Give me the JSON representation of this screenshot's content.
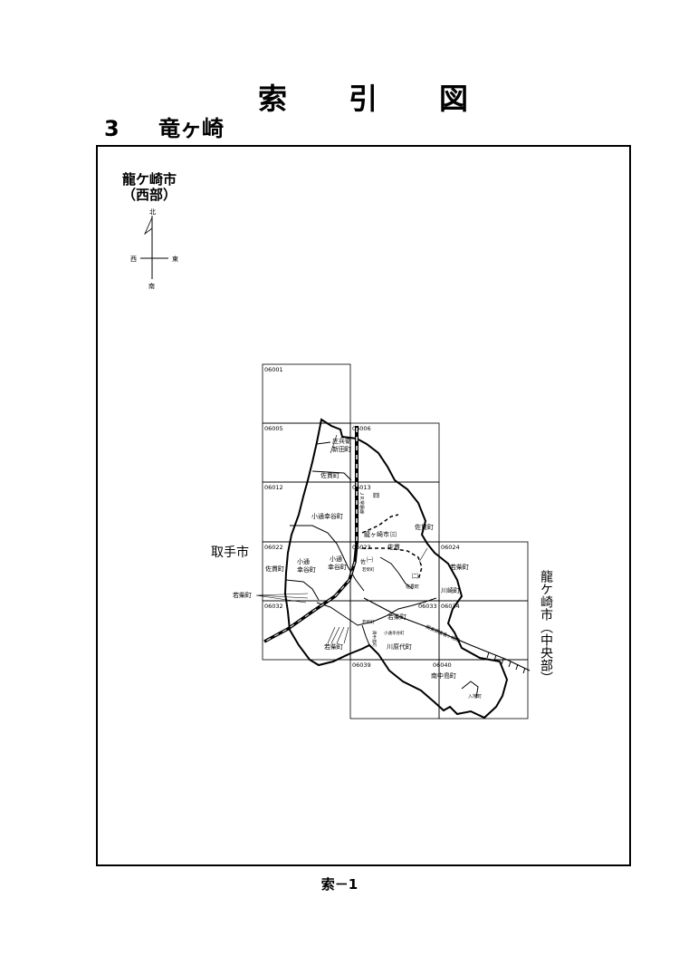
{
  "header": {
    "title_chars": [
      "索",
      "引",
      "図"
    ],
    "number": "3",
    "name": "竜ヶ崎"
  },
  "map": {
    "city_west_line1": "龍ケ崎市",
    "city_west_line2": "（西部）",
    "compass": {
      "north": "北",
      "south": "南",
      "east": "東",
      "west": "西"
    },
    "neighbor_west": "取手市",
    "city_central": "龍ケ崎市（中央部）",
    "sheet_codes": [
      "06001",
      "06005",
      "06006",
      "06012",
      "06013",
      "06022",
      "06023",
      "06024",
      "06032",
      "06033",
      "06034",
      "06039",
      "06040"
    ],
    "place_labels": {
      "shobee": "庄兵衛",
      "shinden": "新田町",
      "sanuki_north": "佐貫町",
      "kodoori_top": "小通幸谷町",
      "sanuki_east": "佐貫町",
      "sanuki_center": "佐貫",
      "sanuki_west": "佐貫町",
      "kodoori_left1": "小通",
      "kodoori_left2": "幸谷町",
      "kodoori_mid1": "小通",
      "kodoori_mid2": "幸谷町",
      "wakashiba_left": "若柴町",
      "wakashiba_right": "若柴町",
      "wakashiba_center": "若柴町",
      "wakashiba_bottom": "若柴町",
      "kawasaki": "川崎町",
      "kawaradai": "川原代町",
      "minaminakajima": "南中島町",
      "iriji": "入地町",
      "ryugasaki_station": "龍ヶ崎市",
      "jr_line": "ＪＲ常磐線",
      "kanto_line": "関東鉄道竜ヶ崎線",
      "sanuki_small": "佐",
      "kodoori_small": "小通幸谷町",
      "minami_nakajima_small": "南中島町",
      "sanuki_bottom": "佐貫町",
      "wakashiba_small": "若柴町",
      "wakashiba_tiny": "若柴町",
      "ichi": "㈠",
      "ni": "㈡",
      "san": "㈢",
      "yon": "㈣"
    }
  },
  "footer": {
    "page": "索－1"
  }
}
